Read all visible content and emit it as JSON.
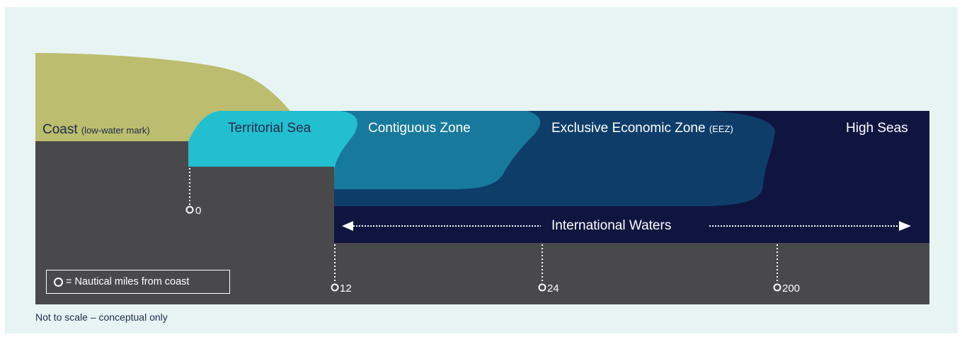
{
  "zones": {
    "coast": {
      "label": "Coast",
      "note": "(low-water mark)",
      "color": "#bcbd6e"
    },
    "territorial_sea": {
      "label": "Territorial Sea",
      "color": "#22bfcf"
    },
    "contiguous_zone": {
      "label": "Contiguous Zone",
      "color": "#177a9c"
    },
    "eez": {
      "label": "Exclusive Economic Zone",
      "note": "(EEZ)",
      "color": "#0e3d6a"
    },
    "high_seas": {
      "label": "High Seas",
      "color": "#101540"
    }
  },
  "international_waters": {
    "label": "International Waters"
  },
  "markers": [
    {
      "value": "0"
    },
    {
      "value": "12"
    },
    {
      "value": "24"
    },
    {
      "value": "200"
    }
  ],
  "legend": {
    "text": "= Nautical miles from coast",
    "icon": "ring-marker-icon"
  },
  "footnote": "Not to scale – conceptual only",
  "colors": {
    "seabed": "#49494b",
    "background": "#e8f4f4"
  }
}
